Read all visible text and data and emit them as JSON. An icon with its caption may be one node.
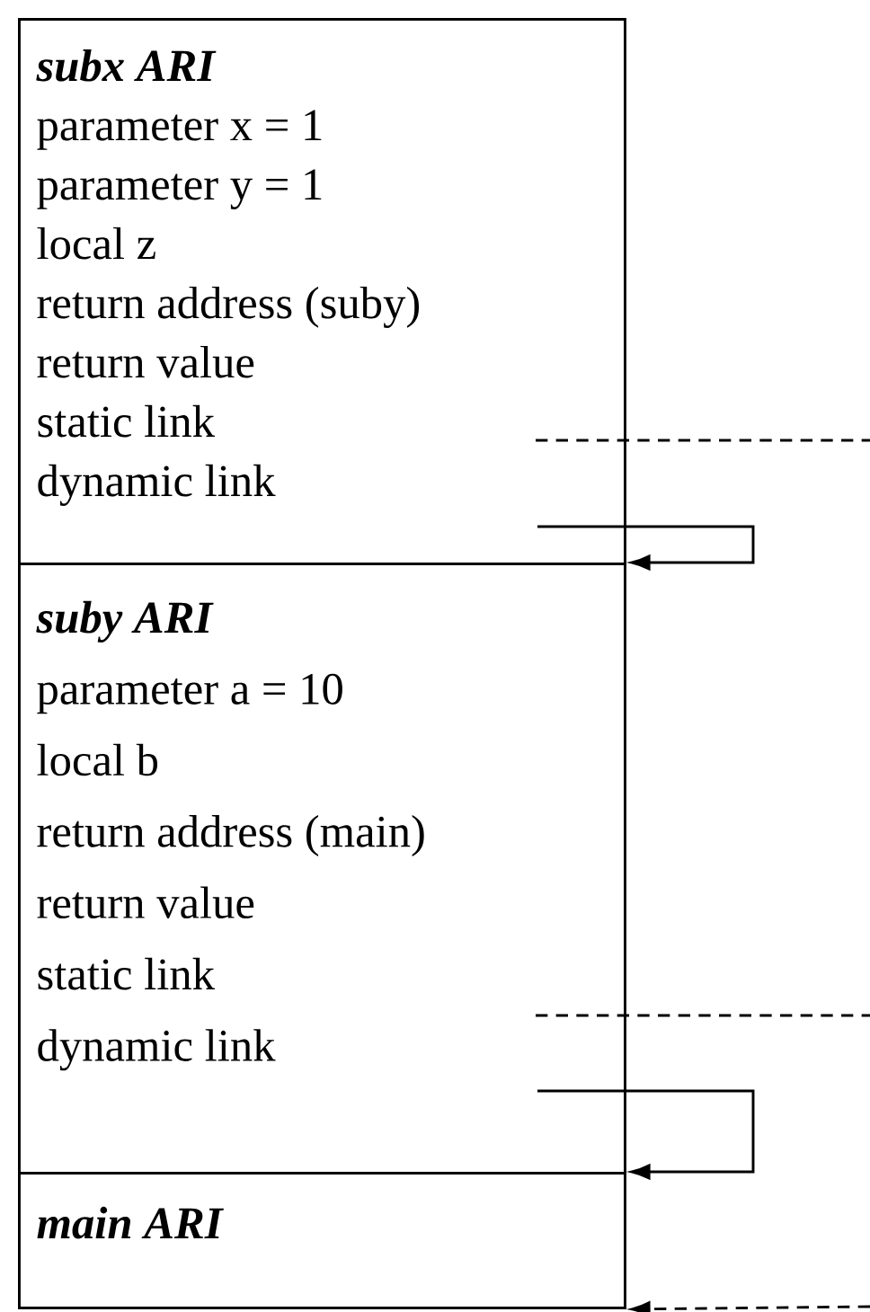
{
  "diagram": {
    "nodes": [
      {
        "text": [
          "subx ARI",
          "parameter x = 1",
          "parameter y = 1",
          "local z",
          "return address (suby)",
          "return value",
          "static link",
          "dynamic link"
        ]
      },
      {
        "text": [
          "suby ARI",
          "parameter a = 10",
          "local b",
          "return address (main)",
          "return value",
          "static link",
          "dynamic link"
        ]
      },
      {
        "text": [
          "main ARI"
        ]
      }
    ],
    "edges": [
      {
        "from": 0,
        "to": null,
        "arrow": "none",
        "style": "dashed"
      },
      {
        "from": 0,
        "to": 1,
        "arrow": "to"
      },
      {
        "from": 1,
        "to": null,
        "arrow": "none",
        "style": "dashed"
      },
      {
        "from": 1,
        "to": 2,
        "arrow": "to"
      },
      {
        "from": null,
        "to": 2,
        "arrow": "to",
        "style": "dashed"
      }
    ]
  }
}
